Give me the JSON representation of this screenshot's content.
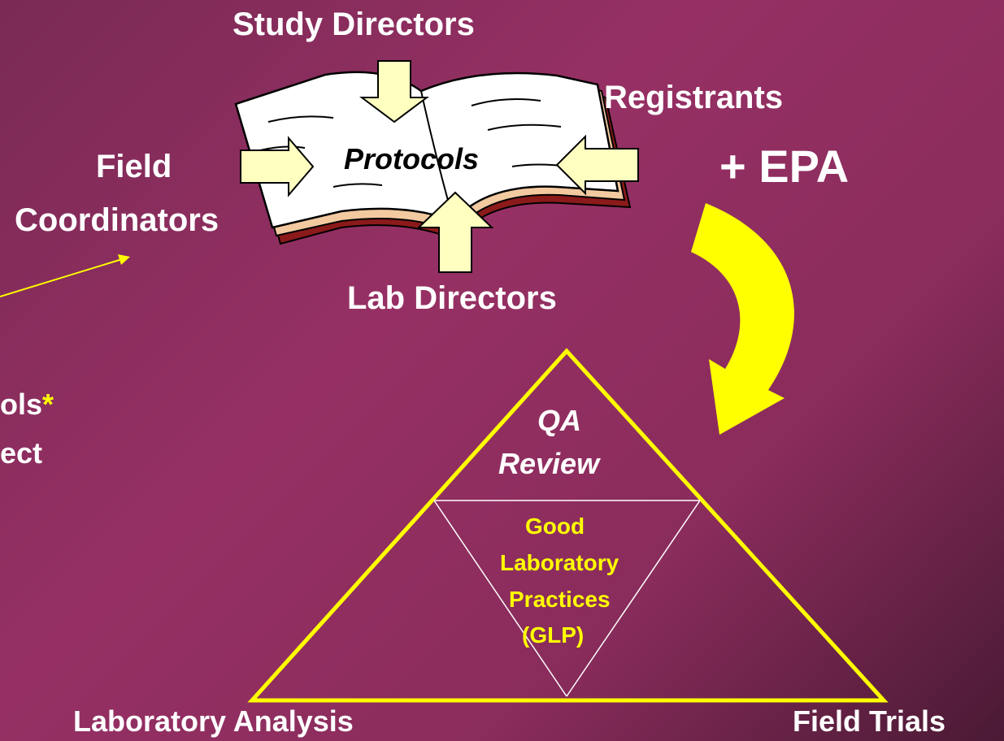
{
  "labels": {
    "study_directors": "Study Directors",
    "registrants": "Registrants",
    "epa": "+ EPA",
    "field_coordinators_line1": "Field",
    "field_coordinators_line2": "Coordinators",
    "protocols": "Protocols",
    "lab_directors": "Lab Directors",
    "partial_line1": "ols",
    "partial_asterisk": "*",
    "partial_line2": "ect",
    "qa_line1": "QA",
    "qa_line2": "Review",
    "glp_line1": "Good",
    "glp_line2": "Laboratory",
    "glp_line3": "Practices",
    "glp_line4": "(GLP)",
    "laboratory_analysis": "Laboratory Analysis",
    "field_trials": "Field Trials"
  },
  "colors": {
    "background": "#963064",
    "accent_yellow": "#ffff00",
    "arrow_fill": "#ffffc0",
    "book_red": "#8b1a1a",
    "text_white": "#ffffff"
  }
}
